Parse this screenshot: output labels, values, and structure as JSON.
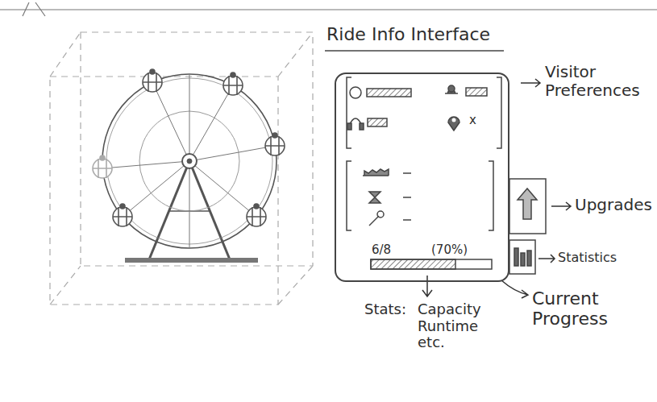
{
  "diagram": {
    "title": "Ride Info Interface",
    "nodes": [
      {
        "text": [
          "6/8",
          "(70%)"
        ]
      }
    ],
    "labels": [
      "x",
      "Visitor Preferences",
      "Upgrades",
      "Statistics",
      "Stats:",
      "Capacity Runtime etc.",
      "Current Progress"
    ]
  }
}
